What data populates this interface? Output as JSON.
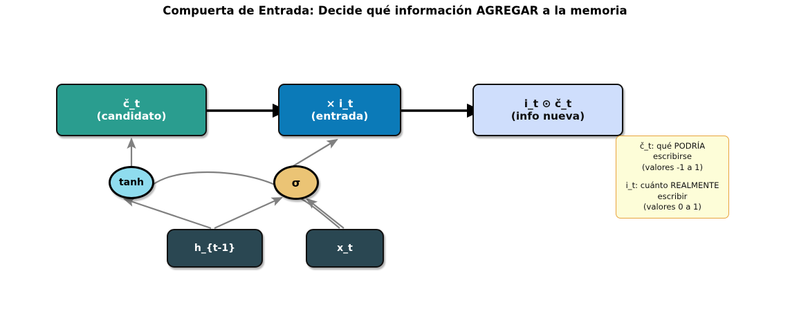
{
  "title": "Compuerta de Entrada: Decide qué información AGREGAR a la memoria",
  "diagram": {
    "type": "flow-diagram",
    "nodes": {
      "candidate": {
        "line1": "č_t",
        "line2": "(candidato)",
        "color": "#2a9d8f",
        "text_color": "#ffffff"
      },
      "gate": {
        "line1": "× i_t",
        "line2": "(entrada)",
        "color": "#0b7ab8",
        "text_color": "#ffffff"
      },
      "newinfo": {
        "line1": "i_t ⊙ č_t",
        "line2": "(info nueva)",
        "color": "#cfdefc",
        "text_color": "#101010"
      },
      "hprev": {
        "label": "h_{t-1}",
        "color": "#2a4752",
        "text_color": "#ffffff"
      },
      "xt": {
        "label": "x_t",
        "color": "#2a4752",
        "text_color": "#ffffff"
      },
      "tanh": {
        "label": "tanh",
        "color": "#8fdcee",
        "text_color": "#000000"
      },
      "sigma": {
        "label": "σ",
        "color": "#ebc475",
        "text_color": "#000000"
      }
    },
    "edges": [
      {
        "from": "candidate",
        "to": "gate",
        "style": "solid-black"
      },
      {
        "from": "gate",
        "to": "newinfo",
        "style": "solid-black"
      },
      {
        "from": "tanh",
        "to": "candidate",
        "style": "gray"
      },
      {
        "from": "sigma",
        "to": "gate",
        "style": "gray"
      },
      {
        "from": "hprev",
        "to": "tanh",
        "style": "gray"
      },
      {
        "from": "hprev",
        "to": "sigma",
        "style": "gray"
      },
      {
        "from": "xt",
        "to": "sigma",
        "style": "gray"
      },
      {
        "from": "xt",
        "to": "tanh",
        "style": "gray-curved"
      }
    ],
    "note": {
      "line1": "č_t: qué PODRÍA",
      "line2": "escribirse",
      "line3": "(valores -1 a 1)",
      "line4": "i_t: cuánto REALMENTE",
      "line5": "escribir",
      "line6": "(valores 0 a 1)",
      "bg_color": "#fdfdd8",
      "border_color": "#e8a33d"
    }
  }
}
